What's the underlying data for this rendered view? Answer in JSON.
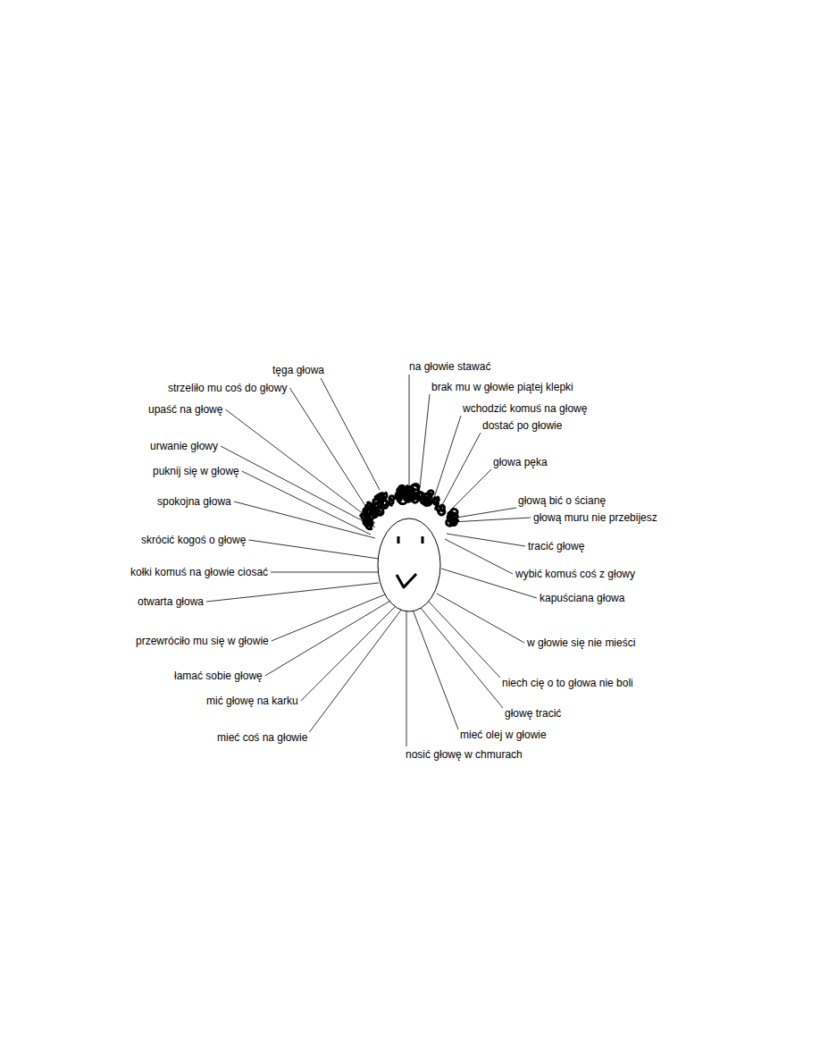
{
  "diagram": {
    "labels": [
      "tęga głowa",
      "na głowie stawać",
      "strzeliło mu coś do głowy",
      "brak mu w głowie piątej klepki",
      "upaść na głowę",
      "wchodzić komuś na głowę",
      "dostać po głowie",
      "urwanie głowy",
      "głowa pęka",
      "puknij się w głowę",
      "spokojna głowa",
      "głową bić o ścianę",
      "głową muru nie przebijesz",
      "skrócić kogoś o głowę",
      "tracić głowę",
      "kołki komuś na głowie ciosać",
      "wybić komuś coś z głowy",
      "otwarta głowa",
      "kapuściana głowa",
      "przewróciło mu się w głowie",
      "w głowie się nie mieści",
      "łamać sobie głowę",
      "niech cię o to głowa nie boli",
      "mić głowę na karku",
      "głowę tracić",
      "mieć coś na głowie",
      "mieć olej w głowie",
      "nosić głowę w chmurach"
    ]
  }
}
